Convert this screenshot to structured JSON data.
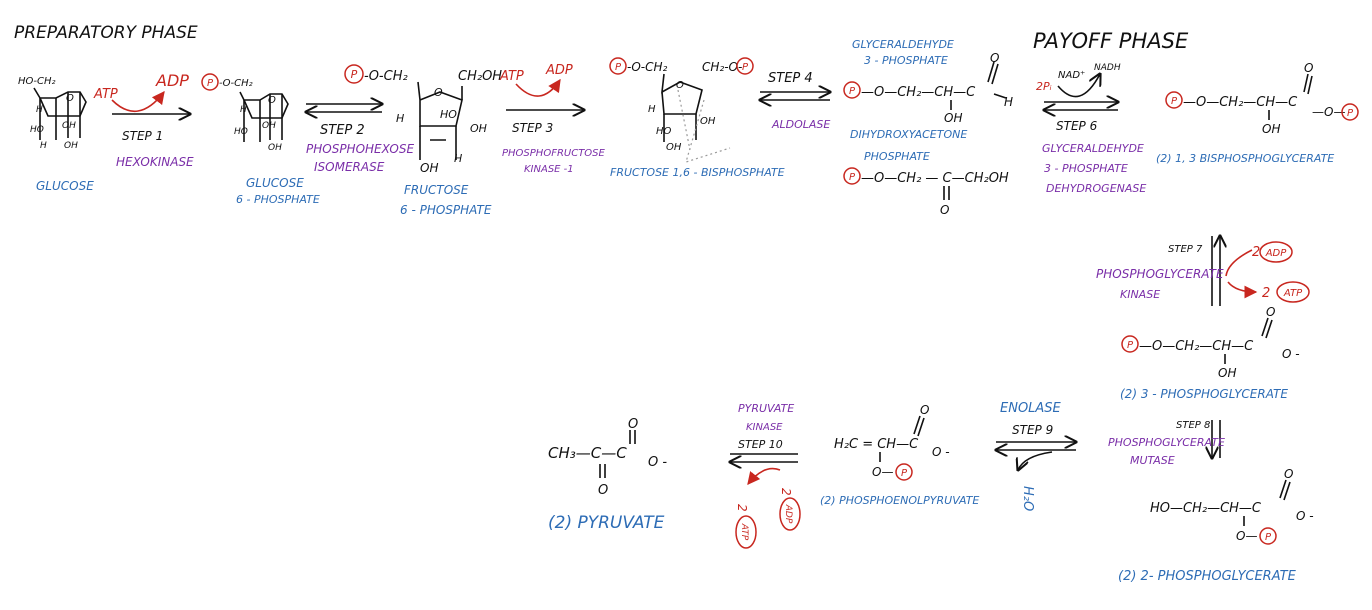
{
  "phases": {
    "preparatory": "PREPARATORY PHASE",
    "payoff": "PAYOFF PHASE"
  },
  "colors": {
    "ink": "#111111",
    "name": "#2d6cb5",
    "enzyme": "#7a2ea8",
    "cofactor": "#c8271f"
  },
  "phospho_symbol": "P",
  "compounds": {
    "glucose": {
      "name": "GLUCOSE",
      "groups": [
        "HO-CH₂",
        "O",
        "H",
        "OH",
        "HO",
        "H",
        "OH"
      ]
    },
    "g6p": {
      "name_1": "GLUCOSE",
      "name_2": "6 - PHOSPHATE",
      "groups": [
        "-O-CH₂",
        "O",
        "H",
        "OH",
        "HO",
        "OH"
      ]
    },
    "f6p": {
      "name_1": "FRUCTOSE",
      "name_2": "6 - PHOSPHATE",
      "groups": [
        "-O-CH₂",
        "CH₂OH",
        "O",
        "H",
        "HO",
        "OH",
        "OH",
        "H"
      ]
    },
    "f16bp": {
      "name": "FRUCTOSE 1,6 - BISPHOSPHATE",
      "groups": [
        "-O-CH₂",
        "CH₂-O-",
        "O",
        "H",
        "HO",
        "OH",
        "OH"
      ]
    },
    "g3p": {
      "name_1": "GLYCERALDEHYDE",
      "name_2": "3 - PHOSPHATE",
      "formula": "—O—CH₂—CH—C",
      "oh": "OH",
      "o": "O",
      "h": "H"
    },
    "dhap": {
      "name_1": "DIHYDROXYACETONE",
      "name_2": "PHOSPHATE",
      "formula": "—O—CH₂ — C—CH₂OH",
      "o": "O"
    },
    "bpg13": {
      "name": "(2) 1, 3 BISPHOSPHOGLYCERATE",
      "formula": "—O—CH₂—CH—C",
      "oh": "OH",
      "o": "O",
      "tail": "—O—"
    },
    "pg3": {
      "name": "(2) 3 - PHOSPHOGLYCERATE",
      "formula": "—O—CH₂—CH—C",
      "oh": "OH",
      "o": "O",
      "tail": "O  -"
    },
    "pg2": {
      "name": "(2) 2- PHOSPHOGLYCERATE",
      "formula": "HO—CH₂—CH—C",
      "o": "O",
      "tail": "O  -",
      "op": "O—"
    },
    "pep": {
      "name": "(2) PHOSPHOENOLPYRUVATE",
      "formula": "H₂C = CH—C",
      "o": "O",
      "tail": "O  -",
      "op": "O—"
    },
    "pyruvate": {
      "name": "(2) PYRUVATE",
      "formula": "CH₃—C—C",
      "o_top": "O",
      "o_bottom": "O",
      "tail": "O -"
    }
  },
  "steps": {
    "s1": {
      "label": "STEP 1",
      "enzyme": "HEXOKINASE",
      "in": "ATP",
      "out": "ADP"
    },
    "s2": {
      "label": "STEP 2",
      "enzyme_1": "PHOSPHOHEXOSE",
      "enzyme_2": "ISOMERASE"
    },
    "s3": {
      "label": "STEP 3",
      "enzyme_1": "PHOSPHOFRUCTOSE",
      "enzyme_2": "KINASE -1",
      "in": "ATP",
      "out": "ADP"
    },
    "s4": {
      "label": "STEP 4",
      "enzyme": "ALDOLASE"
    },
    "s6": {
      "label": "STEP 6",
      "enzyme_1": "GLYCERALDEHYDE",
      "enzyme_2": "3 - PHOSPHATE",
      "enzyme_3": "DEHYDROGENASE",
      "in_1": "2Pᵢ",
      "in_2": "NAD⁺",
      "out": "NADH"
    },
    "s7": {
      "label": "STEP 7",
      "enzyme_1": "PHOSPHOGLYCERATE",
      "enzyme_2": "KINASE",
      "in": "2 ADP",
      "out_num": "2",
      "out": "ATP",
      "in_num": "2",
      "in_circ": "ADP"
    },
    "s8": {
      "label": "STEP 8",
      "enzyme_1": "PHOSPHOGLYCERATE",
      "enzyme_2": "MUTASE"
    },
    "s9": {
      "label": "STEP 9",
      "enzyme": "ENOLASE",
      "byproduct": "H₂O"
    },
    "s10": {
      "label": "STEP 10",
      "enzyme_1": "PYRUVATE",
      "enzyme_2": "KINASE",
      "out_num": "2",
      "out": "ATP",
      "in_num": "2",
      "in": "ADP"
    }
  }
}
